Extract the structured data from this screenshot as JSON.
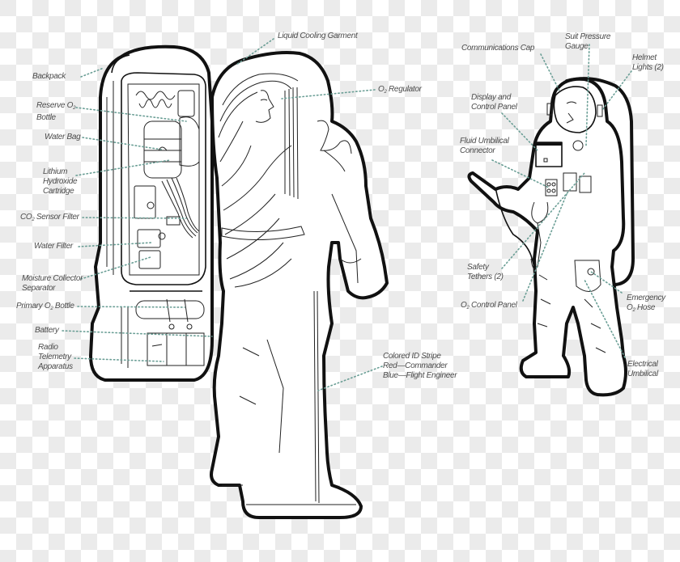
{
  "diagram": {
    "subject": "Spacesuit components illustration",
    "colors": {
      "leader": "#6a9e95",
      "label_text": "#4a4a4a",
      "line_art": "#111111",
      "checker_light": "#ffffff",
      "checker_dark": "#ebebeb"
    },
    "left_figure_labels": [
      {
        "id": "backpack",
        "lines": [
          "Backpack"
        ]
      },
      {
        "id": "reserve-o2-bottle",
        "lines": [
          "Reserve O",
          "Bottle"
        ],
        "subscript": "2"
      },
      {
        "id": "water-bag",
        "lines": [
          "Water Bag"
        ]
      },
      {
        "id": "lithium-hydroxide-cartridge",
        "lines": [
          "Lithium",
          "Hydroxide",
          "Cartridge"
        ]
      },
      {
        "id": "co2-sensor-filter",
        "lines": [
          "CO",
          " Sensor Filter"
        ],
        "subscript": "2"
      },
      {
        "id": "water-filter",
        "lines": [
          "Water Filter"
        ]
      },
      {
        "id": "moisture-collector-separator",
        "lines": [
          "Moisture Collector",
          "Separator"
        ]
      },
      {
        "id": "primary-o2-bottle",
        "lines": [
          "Primary O",
          " Bottle"
        ],
        "subscript": "2"
      },
      {
        "id": "battery",
        "lines": [
          "Battery"
        ]
      },
      {
        "id": "radio-telemetry-apparatus",
        "lines": [
          "Radio",
          "Telemetry",
          "Apparatus"
        ]
      },
      {
        "id": "liquid-cooling-garment",
        "lines": [
          "Liquid Cooling Garment"
        ]
      },
      {
        "id": "o2-regulator",
        "lines": [
          "O",
          " Regulator"
        ],
        "subscript": "2"
      },
      {
        "id": "colored-id-stripe",
        "lines": [
          "Colored ID Stripe",
          "Red—Commander",
          "Blue—Flight Engineer"
        ]
      }
    ],
    "right_figure_labels": [
      {
        "id": "communications-cap",
        "lines": [
          "Communications Cap"
        ]
      },
      {
        "id": "suit-pressure-gauge",
        "lines": [
          "Suit Pressure",
          "Gauge"
        ]
      },
      {
        "id": "helmet-lights",
        "lines": [
          "Helmet",
          "Lights (2)"
        ]
      },
      {
        "id": "display-control-panel",
        "lines": [
          "Display and",
          "Control Panel"
        ]
      },
      {
        "id": "fluid-umbilical-connector",
        "lines": [
          "Fluid Umbilical",
          "Connector"
        ]
      },
      {
        "id": "safety-tethers",
        "lines": [
          "Safety",
          "Tethers (2)"
        ]
      },
      {
        "id": "o2-control-panel",
        "lines": [
          "O",
          " Control Panel"
        ],
        "subscript": "2"
      },
      {
        "id": "emergency-o2-hose",
        "lines": [
          "Emergency",
          "O",
          " Hose"
        ],
        "subscript": "2"
      },
      {
        "id": "electrical-umbilical",
        "lines": [
          "Electrical",
          "Umbilical"
        ]
      }
    ]
  }
}
